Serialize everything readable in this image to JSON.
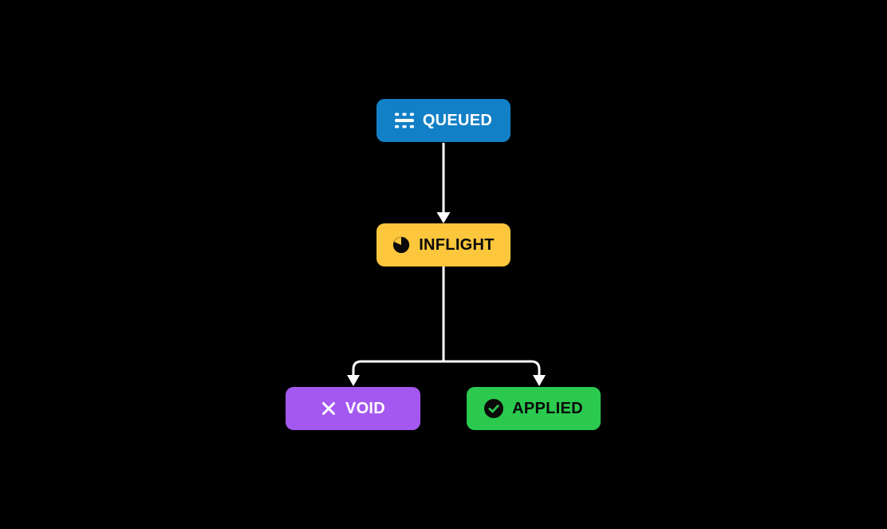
{
  "diagram": {
    "background_color": "#000000",
    "connector_color": "#ffffff",
    "nodes": [
      {
        "id": "queued",
        "label": "QUEUED",
        "icon": "queue-icon",
        "bg": "#1280c6",
        "text_color": "#ffffff"
      },
      {
        "id": "inflight",
        "label": "INFLIGHT",
        "icon": "timer-pie-icon",
        "bg": "#fcc63d",
        "text_color": "#0a0a0a"
      },
      {
        "id": "void",
        "label": "VOID",
        "icon": "x-icon",
        "bg": "#a458f0",
        "text_color": "#ffffff"
      },
      {
        "id": "applied",
        "label": "APPLIED",
        "icon": "check-circle-icon",
        "bg": "#2bc94e",
        "text_color": "#0a0a0a"
      }
    ],
    "edges": [
      {
        "from": "QUEUED",
        "to": "INFLIGHT"
      },
      {
        "from": "INFLIGHT",
        "to": "VOID"
      },
      {
        "from": "INFLIGHT",
        "to": "APPLIED"
      }
    ]
  }
}
